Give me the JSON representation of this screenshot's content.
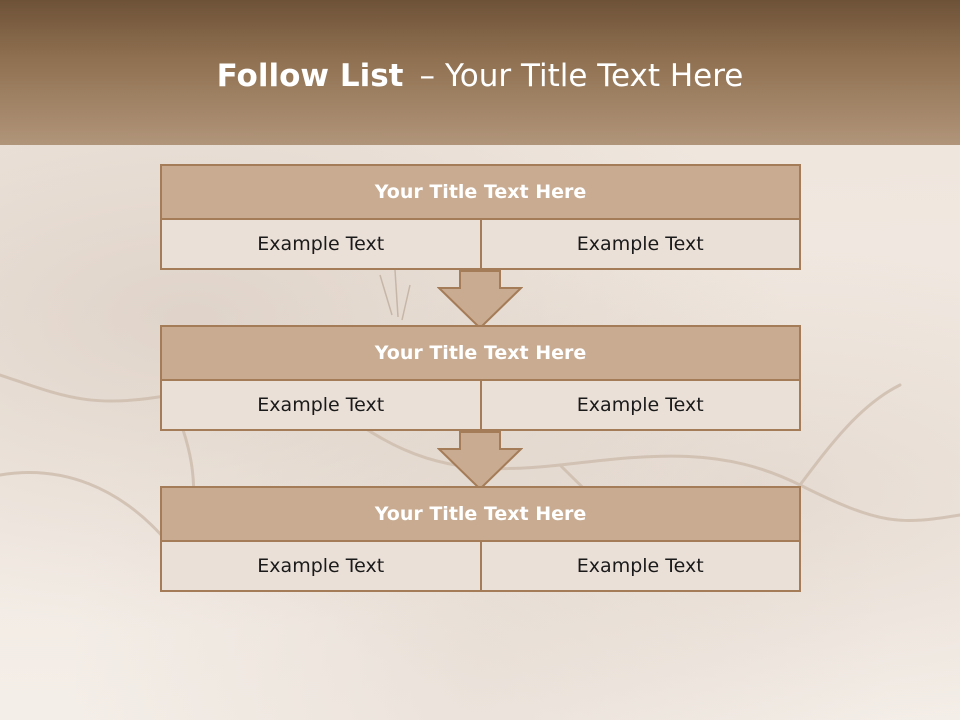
{
  "header": {
    "title_strong": "Follow List",
    "title_separator": "–",
    "title_rest": "Your Title Text Here"
  },
  "blocks": [
    {
      "title": "Your Title Text Here",
      "cells": [
        "Example Text",
        "Example Text"
      ]
    },
    {
      "title": "Your Title Text Here",
      "cells": [
        "Example Text",
        "Example Text"
      ]
    },
    {
      "title": "Your Title Text Here",
      "cells": [
        "Example Text",
        "Example Text"
      ]
    }
  ],
  "colors": {
    "header_top": "#6e5238",
    "header_bottom": "#b1957a",
    "box_fill": "#c8ab90",
    "box_border": "#a57c58",
    "cell_fill": "#ebe0d8"
  }
}
